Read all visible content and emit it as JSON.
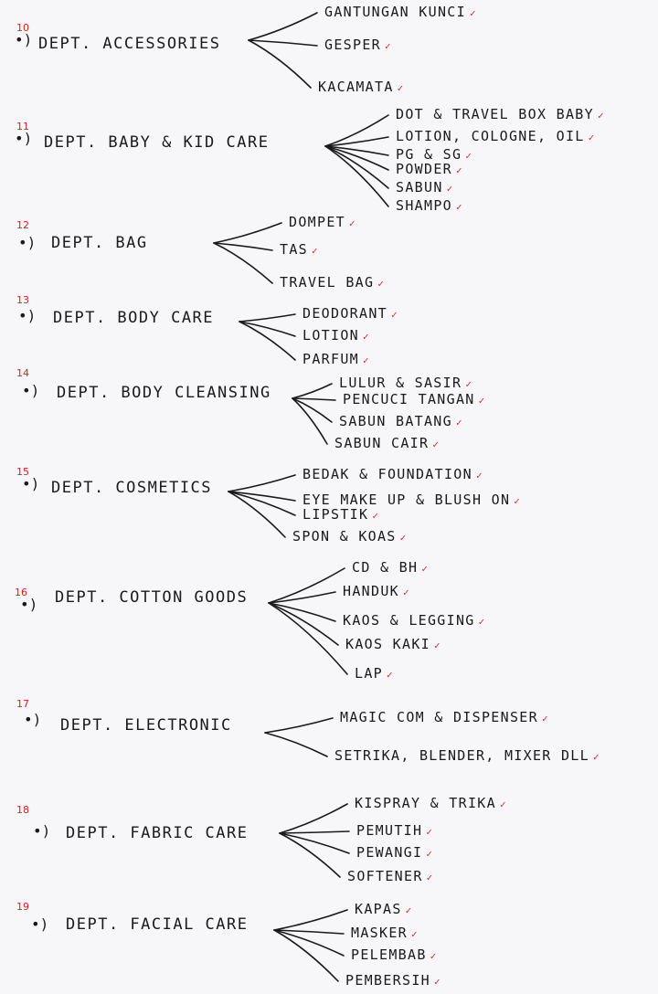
{
  "check_mark": "✓",
  "bullet_glyph": "•)",
  "departments": [
    {
      "number": "10",
      "name": "Dept. Accessories",
      "items": [
        "Gantungan kunci",
        "Gesper",
        "Kacamata"
      ]
    },
    {
      "number": "11",
      "name": "Dept. Baby & Kid care",
      "items": [
        "Dot & Travel box baby",
        "Lotion, Cologne, Oil",
        "PG & SG",
        "Powder",
        "Sabun",
        "Shampo"
      ]
    },
    {
      "number": "12",
      "name": "Dept. Bag",
      "items": [
        "Dompet",
        "Tas",
        "Travel Bag"
      ]
    },
    {
      "number": "13",
      "name": "Dept. Body Care",
      "items": [
        "Deodorant",
        "Lotion",
        "Parfum"
      ]
    },
    {
      "number": "14",
      "name": "Dept. Body Cleansing",
      "items": [
        "Lulur & Sasir",
        "Pencuci Tangan",
        "Sabun Batang",
        "Sabun Cair"
      ]
    },
    {
      "number": "15",
      "name": "Dept. Cosmetics",
      "items": [
        "Bedak & Foundation",
        "Eye make up & Blush on",
        "Lipstik",
        "Spon & Koas"
      ]
    },
    {
      "number": "16",
      "name": "Dept. Cotton Goods",
      "items": [
        "CD & BH",
        "Handuk",
        "Kaos & Legging",
        "Kaos Kaki",
        "Lap"
      ]
    },
    {
      "number": "17",
      "name": "Dept. Electronic",
      "items": [
        "Magic com & Dispenser",
        "Setrika, Blender, Mixer dll"
      ]
    },
    {
      "number": "18",
      "name": "Dept. Fabric Care",
      "items": [
        "Kispray & Trika",
        "Pemutih",
        "Pewangi",
        "Softener"
      ]
    },
    {
      "number": "19",
      "name": "Dept. Facial care",
      "items": [
        "Kapas",
        "Masker",
        "Pelembab",
        "Pembersih"
      ]
    }
  ]
}
